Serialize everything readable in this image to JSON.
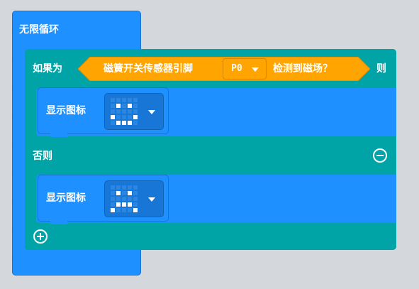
{
  "forever_block": {
    "label": "无限循环"
  },
  "if_block": {
    "if_label": "如果为",
    "then_label": "则",
    "else_label": "否则"
  },
  "condition": {
    "prefix": "磁簧开关传感器引脚",
    "pin_value": "P0",
    "suffix": "检测到磁场？"
  },
  "show_icon_then": {
    "label": "显示图标"
  },
  "show_icon_else": {
    "label": "显示图标"
  },
  "icons": {
    "then_icon": "happy-face-icon",
    "else_icon": "sad-face-icon",
    "remove_else": "minus-circle-icon",
    "add_branch": "plus-circle-icon"
  },
  "colors": {
    "loop_block": "#1e90ff",
    "logic_block": "#00a4a6",
    "sensor_block": "#ffa400",
    "icon_field": "#1877d6",
    "workspace": "#eef0f2"
  }
}
